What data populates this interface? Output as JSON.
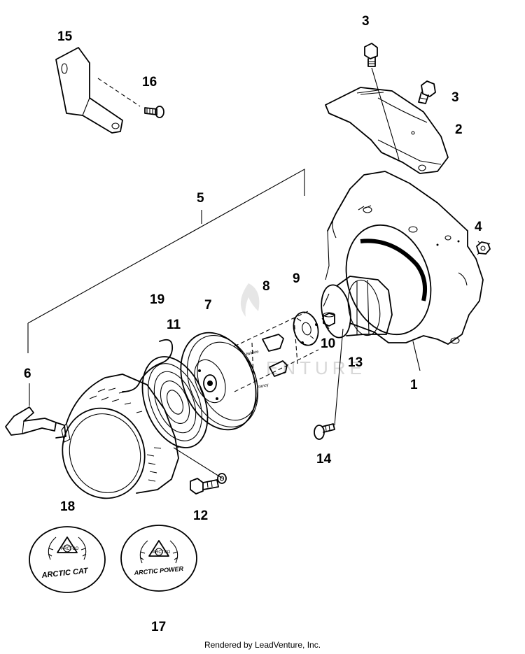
{
  "callouts": {
    "c1": "1",
    "c2": "2",
    "c3a": "3",
    "c3b": "3",
    "c4": "4",
    "c5": "5",
    "c6": "6",
    "c7": "7",
    "c8": "8",
    "c9": "9",
    "c10": "10",
    "c11": "11",
    "c12": "12",
    "c13": "13",
    "c14": "14",
    "c15": "15",
    "c16": "16",
    "c17": "17",
    "c18": "18",
    "c19": "19"
  },
  "emblems": {
    "arctic_cat": "ARCTIC CAT",
    "arctic_power": "ARCTIC POWER",
    "badge": "ARCTCO"
  },
  "pawl_marks": {
    "upper": "twinkie",
    "lower": "trancy"
  },
  "watermark": "ENTURE",
  "credit": "Rendered by LeadVenture, Inc."
}
